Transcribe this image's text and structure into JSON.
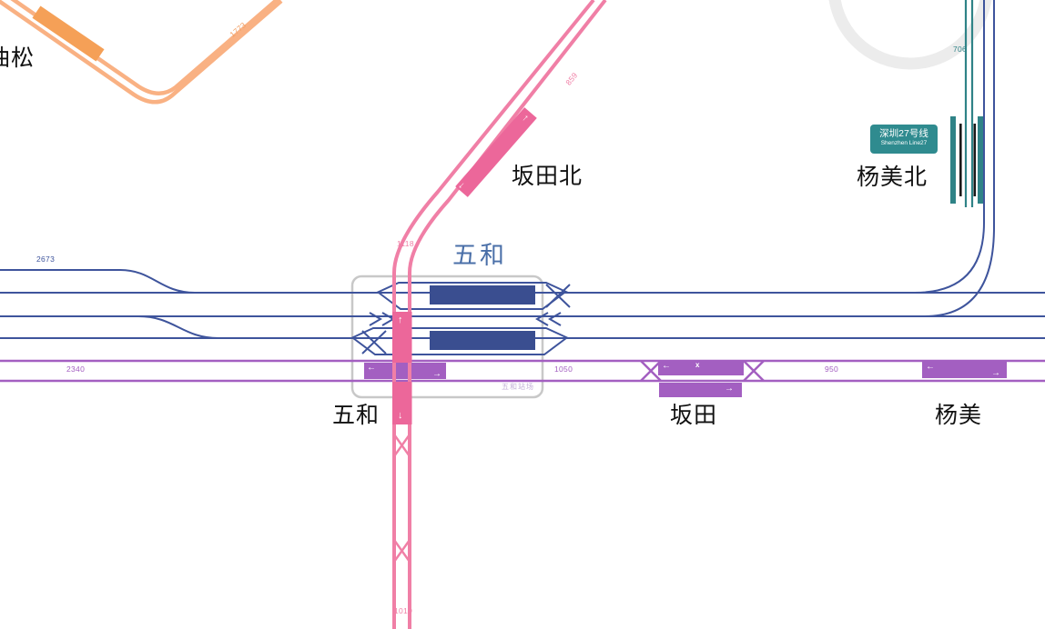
{
  "colors": {
    "background": "#ffffff",
    "orange_line": "#F9B183",
    "orange_platform": "#F5A057",
    "pink_line": "#F07FA6",
    "pink_platform": "#EC679A",
    "rail_line": "#3E549C",
    "rail_platform": "#3A4E90",
    "purple_line": "#A35FC1",
    "purple_platform": "#A35FC1",
    "teal_line": "#2F8387",
    "badge_bg": "#2F8B8F",
    "box_border": "#C8C8C8",
    "arc_gray": "#ECECEC",
    "rail_label_blue": "#4A6FA8",
    "yard_label": "#C4B2D8"
  },
  "stations": {
    "yousong": {
      "label": "油松"
    },
    "bantianbei": {
      "label": "坂田北"
    },
    "wuhe_rail": {
      "label": "五和"
    },
    "wuhe": {
      "label": "五和"
    },
    "bantian": {
      "label": "坂田"
    },
    "yangmei": {
      "label": "杨美"
    },
    "yangmeibei": {
      "label": "杨美北"
    },
    "wuhe_yard": {
      "label": "五和站场"
    }
  },
  "line_badge": {
    "title": "深圳27号线",
    "subtitle": "Shenzhen Line27"
  },
  "distance_markers": {
    "orange": "1773",
    "pink_upper": "859",
    "pink_middle": "1118",
    "pink_lower": "1019",
    "rail_west": "2673",
    "purple_west": "2340",
    "purple_middle": "1050",
    "purple_east": "950",
    "teal_north": "706"
  },
  "glyphs": {
    "arrow_left": "←",
    "arrow_right": "→",
    "arrow_up": "↑",
    "arrow_down": "↓",
    "cross_mark": "x"
  }
}
